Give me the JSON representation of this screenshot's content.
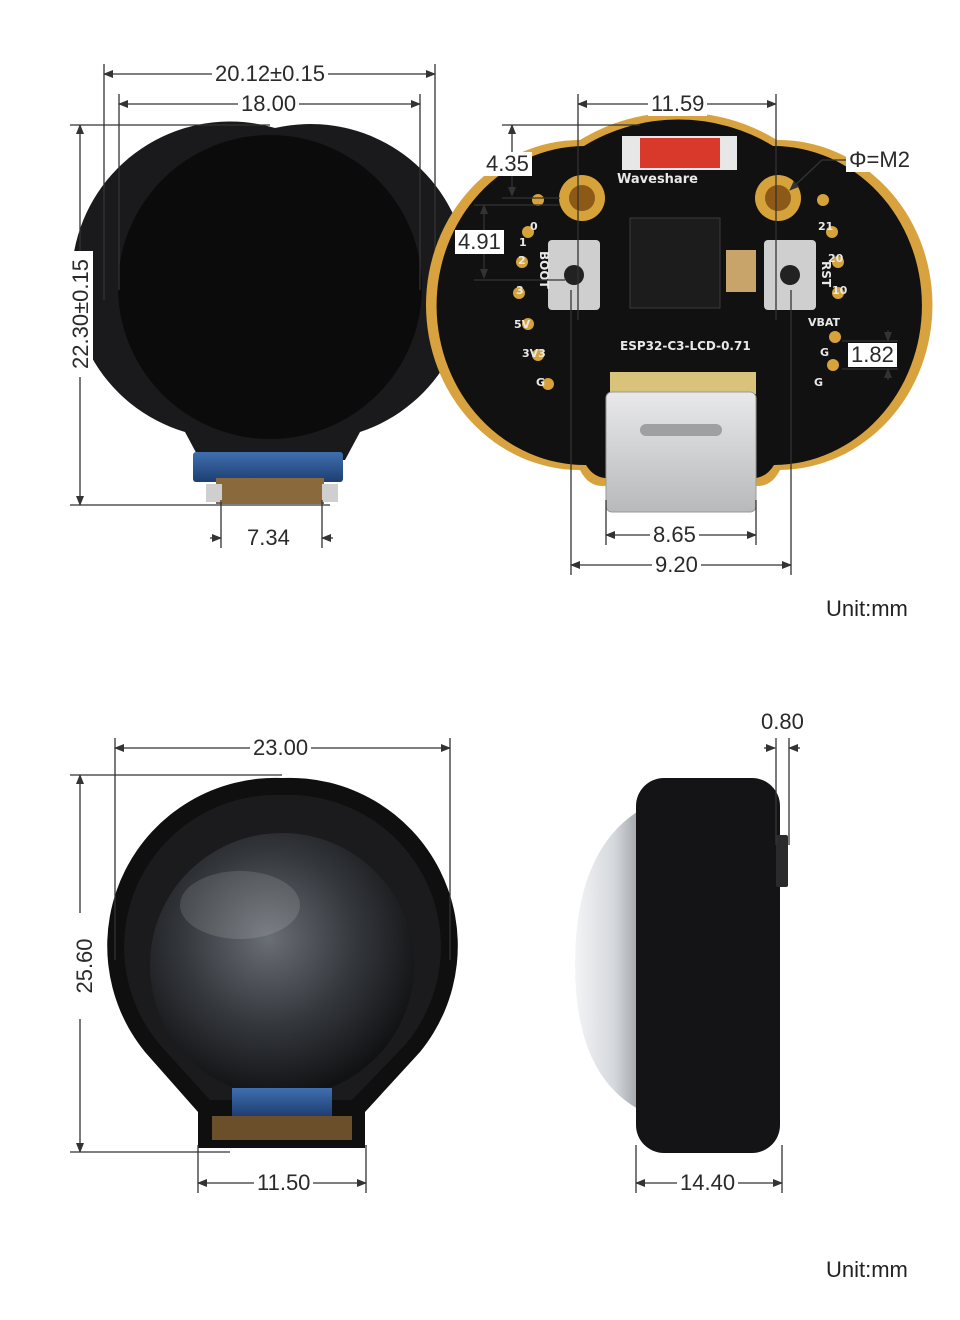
{
  "top_view": {
    "dims": {
      "outer_width": "20.12±0.15",
      "screen_width": "18.00",
      "height": "22.30±0.15",
      "connector_width": "7.34"
    }
  },
  "pcb_view": {
    "dims": {
      "hole_spacing": "11.59",
      "hole_top": "4.35",
      "hole_to_button": "4.91",
      "hole_thread": "Φ=M2",
      "pad_pitch": "1.82",
      "usb_width": "8.65",
      "usb_outer": "9.20"
    },
    "silkscreen": {
      "brand": "Waveshare",
      "model": "ESP32-C3-LCD-0.71",
      "boot": "BOOT",
      "rst": "RST",
      "pins_left": [
        "0",
        "1",
        "2",
        "3",
        "5V",
        "3V3",
        "G"
      ],
      "pins_right": [
        "21",
        "20",
        "10",
        "VBAT",
        "G",
        "G"
      ]
    }
  },
  "unit_top": "Unit:mm",
  "front_view": {
    "dims": {
      "width": "23.00",
      "height": "25.60",
      "bottom_width": "11.50"
    }
  },
  "side_view": {
    "dims": {
      "thickness_small": "0.80",
      "depth": "14.40"
    }
  },
  "unit_bottom": "Unit:mm",
  "colors": {
    "dimension_line": "#333333",
    "board": "#121212",
    "gold": "#d6a23a"
  }
}
